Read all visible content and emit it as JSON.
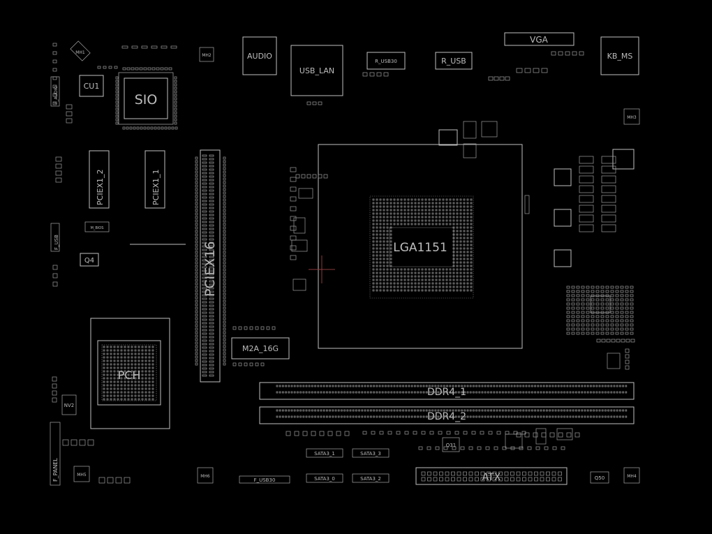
{
  "board": {
    "background": "#000000",
    "outline_color": "#bfbfbf",
    "cursor_color": "#8b3a3a",
    "marker_color": "#2e8b57"
  },
  "labels": {
    "audio": "AUDIO",
    "usb_lan": "USB_LAN",
    "r_usb30": "R_USB30",
    "r_usb": "R_USB",
    "vga": "VGA",
    "kb_ms": "KB_MS",
    "cu1": "CU1",
    "sio": "SIO",
    "f_audio": "F_AUDIO",
    "pciex1_2": "PCIEX1_2",
    "pciex1_1": "PCIEX1_1",
    "pciex16": "PCIEX16",
    "f_usb": "F_USB",
    "q4": "Q4",
    "m_bios": "M_BIOS",
    "lga": "LGA1151",
    "m2a": "M2A_16G",
    "pch": "PCH",
    "ddr4_1": "DDR4_1",
    "ddr4_2": "DDR4_2",
    "atx": "ATX",
    "f_panel": "F_PANEL",
    "f_usb30": "F_USB30",
    "sata0": "SATA3_0",
    "sata1": "SATA3_1",
    "sata2": "SATA3_2",
    "sata3": "SATA3_3",
    "mh1": "MH1",
    "mh2": "MH2",
    "mh3": "MH3",
    "mh4": "MH4",
    "mh5": "MH5",
    "mh6": "MH6",
    "q31": "Q31",
    "q50": "Q50",
    "nv2": "NV2"
  }
}
